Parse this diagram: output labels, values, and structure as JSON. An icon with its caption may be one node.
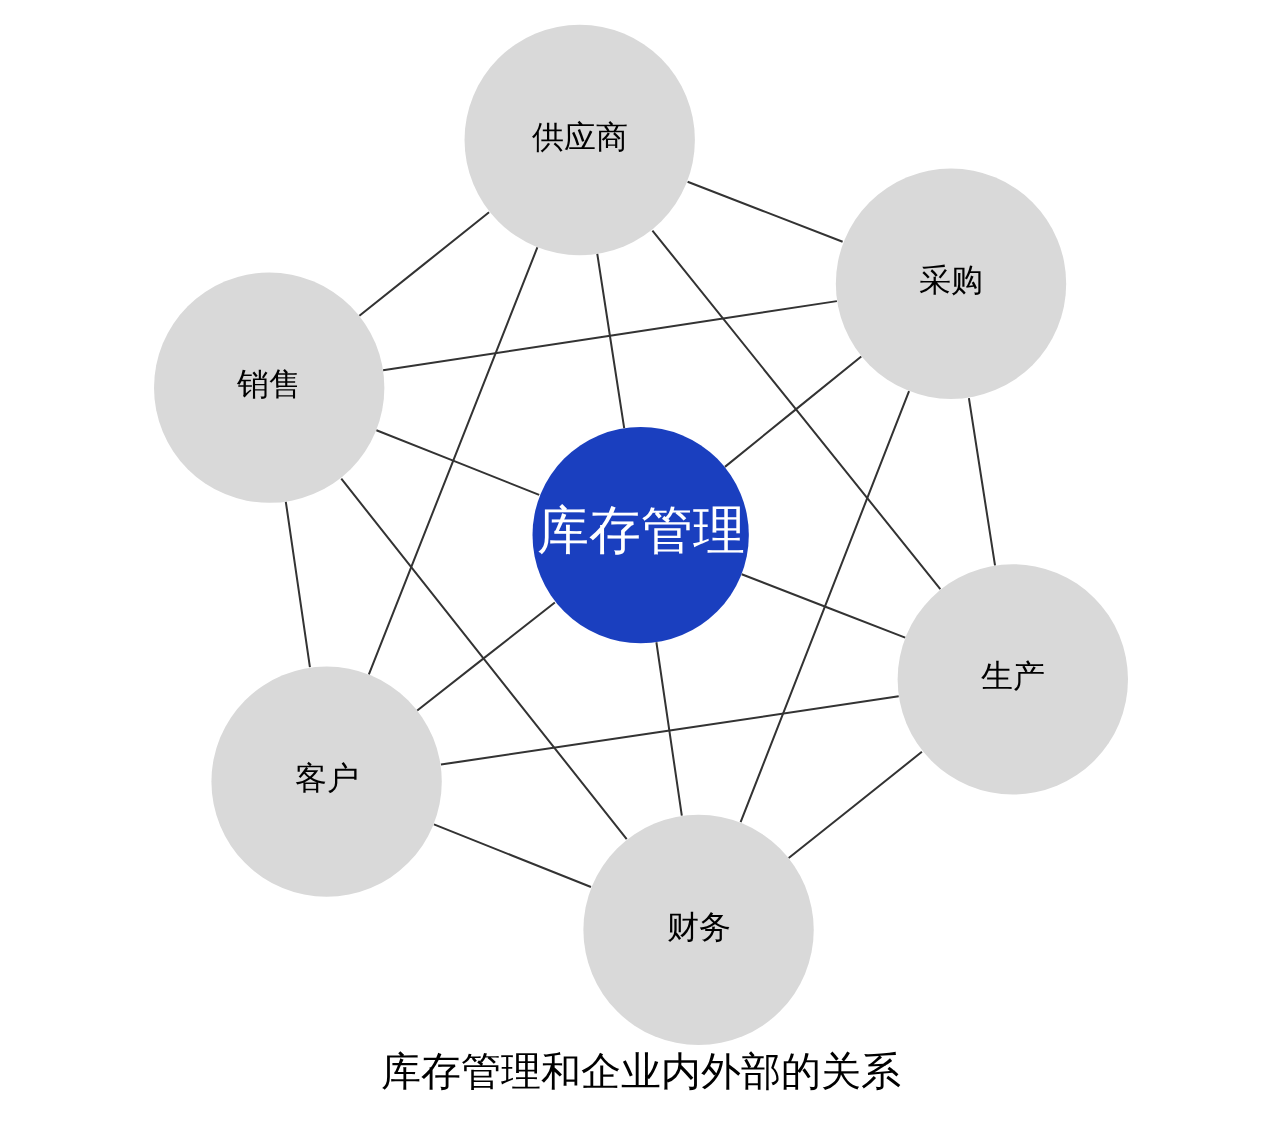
{
  "diagram": {
    "caption": "库存管理和企业内外部的关系",
    "nodes": [
      {
        "text": [
          "生产"
        ]
      },
      {
        "text": [
          "采购"
        ]
      },
      {
        "text": [
          "财务"
        ]
      },
      {
        "text": [
          "库存管理"
        ]
      },
      {
        "text": [
          "供应商"
        ]
      },
      {
        "text": [
          "客户"
        ]
      },
      {
        "text": [
          "销售"
        ]
      }
    ],
    "edges": [
      {
        "from": 0,
        "to": 1,
        "arrow": "none"
      },
      {
        "from": 0,
        "to": 2,
        "arrow": "none"
      },
      {
        "from": 0,
        "to": 3,
        "arrow": "none"
      },
      {
        "from": 0,
        "to": 4,
        "arrow": "none"
      },
      {
        "from": 0,
        "to": 5,
        "arrow": "none"
      },
      {
        "from": 1,
        "to": 2,
        "arrow": "none"
      },
      {
        "from": 1,
        "to": 3,
        "arrow": "none"
      },
      {
        "from": 1,
        "to": 4,
        "arrow": "none"
      },
      {
        "from": 1,
        "to": 6,
        "arrow": "none"
      },
      {
        "from": 2,
        "to": 3,
        "arrow": "none"
      },
      {
        "from": 2,
        "to": 5,
        "arrow": "none"
      },
      {
        "from": 2,
        "to": 6,
        "arrow": "none"
      },
      {
        "from": 3,
        "to": 4,
        "arrow": "none"
      },
      {
        "from": 3,
        "to": 5,
        "arrow": "none"
      },
      {
        "from": 3,
        "to": 6,
        "arrow": "none"
      },
      {
        "from": 4,
        "to": 5,
        "arrow": "none"
      },
      {
        "from": 4,
        "to": 6,
        "arrow": "none"
      },
      {
        "from": 5,
        "to": 6,
        "arrow": "none"
      }
    ]
  }
}
